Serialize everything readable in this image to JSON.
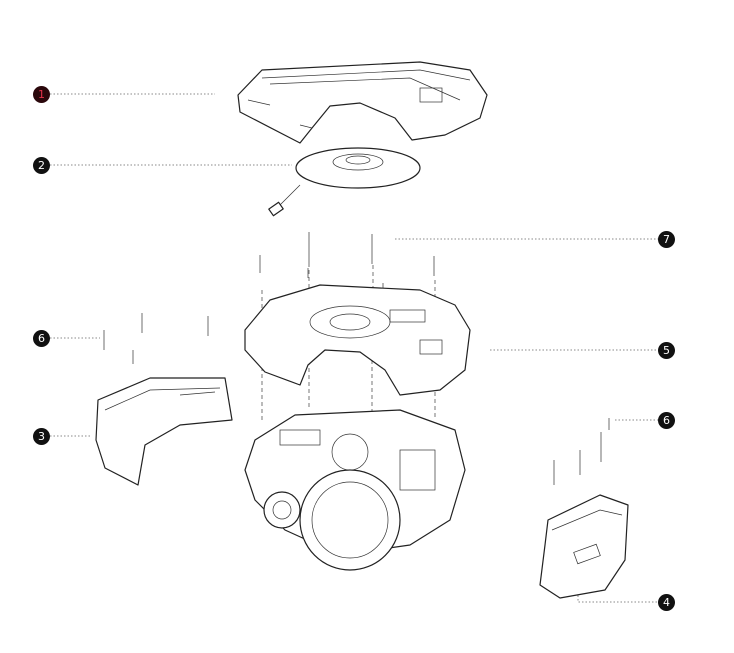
{
  "callouts": [
    {
      "label": "1",
      "part": "top-cover"
    },
    {
      "label": "2",
      "part": "dial-disc"
    },
    {
      "label": "7",
      "part": "screws"
    },
    {
      "label": "6",
      "part": "screws-left"
    },
    {
      "label": "5",
      "part": "body-shell"
    },
    {
      "label": "3",
      "part": "front-bumper"
    },
    {
      "label": "6",
      "part": "screws-right"
    },
    {
      "label": "4",
      "part": "rear-bumper"
    }
  ],
  "colors": {
    "callout": "#111111",
    "callout_highlight": "#e3334a"
  }
}
